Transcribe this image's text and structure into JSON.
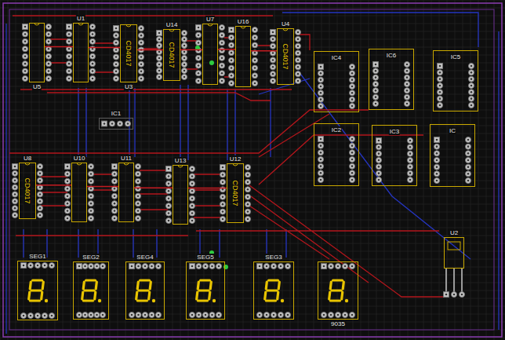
{
  "diagram": {
    "nodes": [
      {
        "text": [
          "U5"
        ]
      },
      {
        "text": [
          "U1"
        ]
      },
      {
        "text": [
          "U3",
          "CD4017"
        ]
      },
      {
        "text": [
          "U14",
          "CD4017"
        ]
      },
      {
        "text": [
          "U7"
        ]
      },
      {
        "text": [
          "U16"
        ]
      },
      {
        "text": [
          "U4",
          "CD4017"
        ]
      },
      {
        "text": [
          "IC4"
        ]
      },
      {
        "text": [
          "IC6"
        ]
      },
      {
        "text": [
          "IC5"
        ]
      },
      {
        "text": [
          "IC1"
        ]
      },
      {
        "text": [
          "IC2"
        ]
      },
      {
        "text": [
          "IC3"
        ]
      },
      {
        "text": [
          "IC"
        ]
      },
      {
        "text": [
          "U8",
          "CD4017"
        ]
      },
      {
        "text": [
          "U10"
        ]
      },
      {
        "text": [
          "U11"
        ]
      },
      {
        "text": [
          "U13"
        ]
      },
      {
        "text": [
          "U12",
          "CD4017"
        ]
      },
      {
        "text": [
          "U2"
        ]
      },
      {
        "text": [
          "SEG1"
        ]
      },
      {
        "text": [
          "SEG2"
        ]
      },
      {
        "text": [
          "SEG4"
        ]
      },
      {
        "text": [
          "SEG5"
        ]
      },
      {
        "text": [
          "SEG3"
        ]
      },
      {
        "text": [
          "9035"
        ]
      }
    ],
    "edges": [
      {
        "from": 0,
        "to": 1,
        "arrow": "none"
      },
      {
        "from": 1,
        "to": 2,
        "arrow": "none"
      },
      {
        "from": 2,
        "to": 3,
        "arrow": "none"
      },
      {
        "from": 3,
        "to": 4,
        "arrow": "none"
      },
      {
        "from": 4,
        "to": 5,
        "arrow": "none"
      },
      {
        "from": 5,
        "to": 6,
        "arrow": "none"
      },
      {
        "from": 14,
        "to": 15,
        "arrow": "none"
      },
      {
        "from": 15,
        "to": 16,
        "arrow": "none"
      },
      {
        "from": 16,
        "to": 17,
        "arrow": "none"
      },
      {
        "from": 17,
        "to": 18,
        "arrow": "none"
      }
    ]
  }
}
